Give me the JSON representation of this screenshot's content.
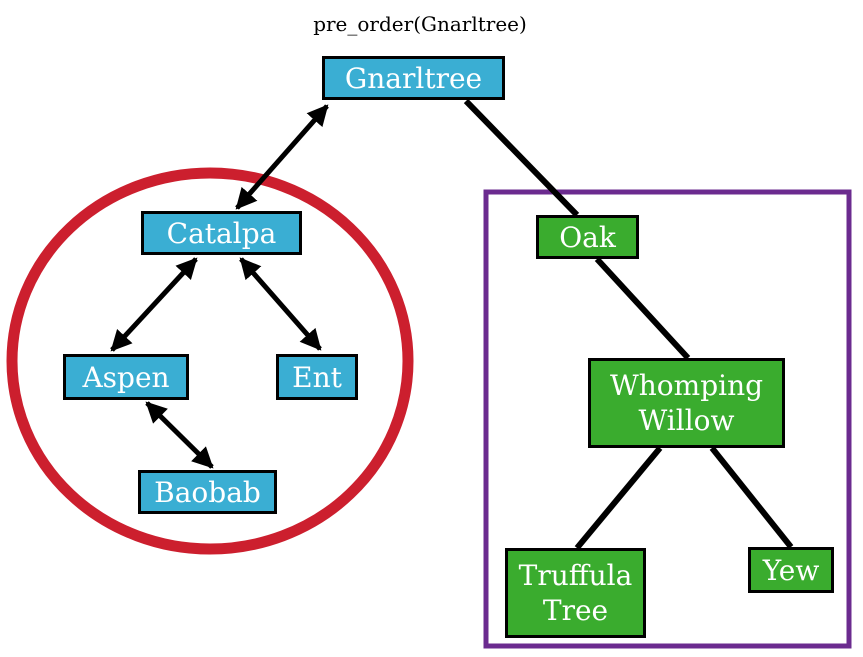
{
  "caption": "pre_order(Gnarltree)",
  "colors": {
    "visited_node": "#3aaed3",
    "pending_node": "#3aac2e",
    "circle": "#cc1f2e",
    "box": "#6b2b8f",
    "edge": "#000000"
  },
  "nodes": {
    "gnarltree": "Gnarltree",
    "catalpa": "Catalpa",
    "aspen": "Aspen",
    "ent": "Ent",
    "baobab": "Baobab",
    "oak": "Oak",
    "whomping_willow": "Whomping\nWillow",
    "truffula_tree": "Truffula\nTree",
    "yew": "Yew"
  },
  "edges": [
    {
      "from": "gnarltree",
      "to": "catalpa",
      "style": "double-arrow"
    },
    {
      "from": "catalpa",
      "to": "aspen",
      "style": "double-arrow"
    },
    {
      "from": "catalpa",
      "to": "ent",
      "style": "double-arrow"
    },
    {
      "from": "aspen",
      "to": "baobab",
      "style": "double-arrow"
    },
    {
      "from": "gnarltree",
      "to": "oak",
      "style": "line"
    },
    {
      "from": "oak",
      "to": "whomping_willow",
      "style": "line"
    },
    {
      "from": "whomping_willow",
      "to": "truffula_tree",
      "style": "line"
    },
    {
      "from": "whomping_willow",
      "to": "yew",
      "style": "line"
    }
  ]
}
